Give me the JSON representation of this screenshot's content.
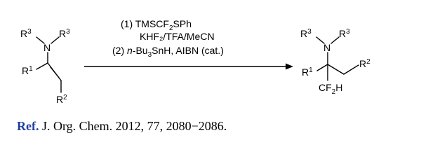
{
  "reactant": {
    "r3_left": "R",
    "r3_left_sup": "3",
    "n_atom": "N",
    "r3_right": "R",
    "r3_right_sup": "3",
    "r1": "R",
    "r1_sup": "1",
    "r2": "R",
    "r2_sup": "2"
  },
  "conditions": {
    "step1_prefix": "(1) TMSCF",
    "step1_sub": "2",
    "step1_suffix": "SPh",
    "step1_line2": "KHF₂/TFA/MeCN",
    "step2_prefix": "(2) ",
    "step2_italic": "n",
    "step2_mid": "-Bu",
    "step2_sub": "3",
    "step2_suffix": "SnH, AIBN (cat.)"
  },
  "product": {
    "r3_left": "R",
    "r3_left_sup": "3",
    "n_atom": "N",
    "r3_right": "R",
    "r3_right_sup": "3",
    "r1": "R",
    "r1_sup": "1",
    "r2": "R",
    "r2_sup": "2",
    "cf2h_prefix": "CF",
    "cf2h_sub": "2",
    "cf2h_suffix": "H"
  },
  "reference": {
    "label": "Ref.",
    "citation": " J. Org. Chem. 2012, 77, 2080−2086."
  }
}
